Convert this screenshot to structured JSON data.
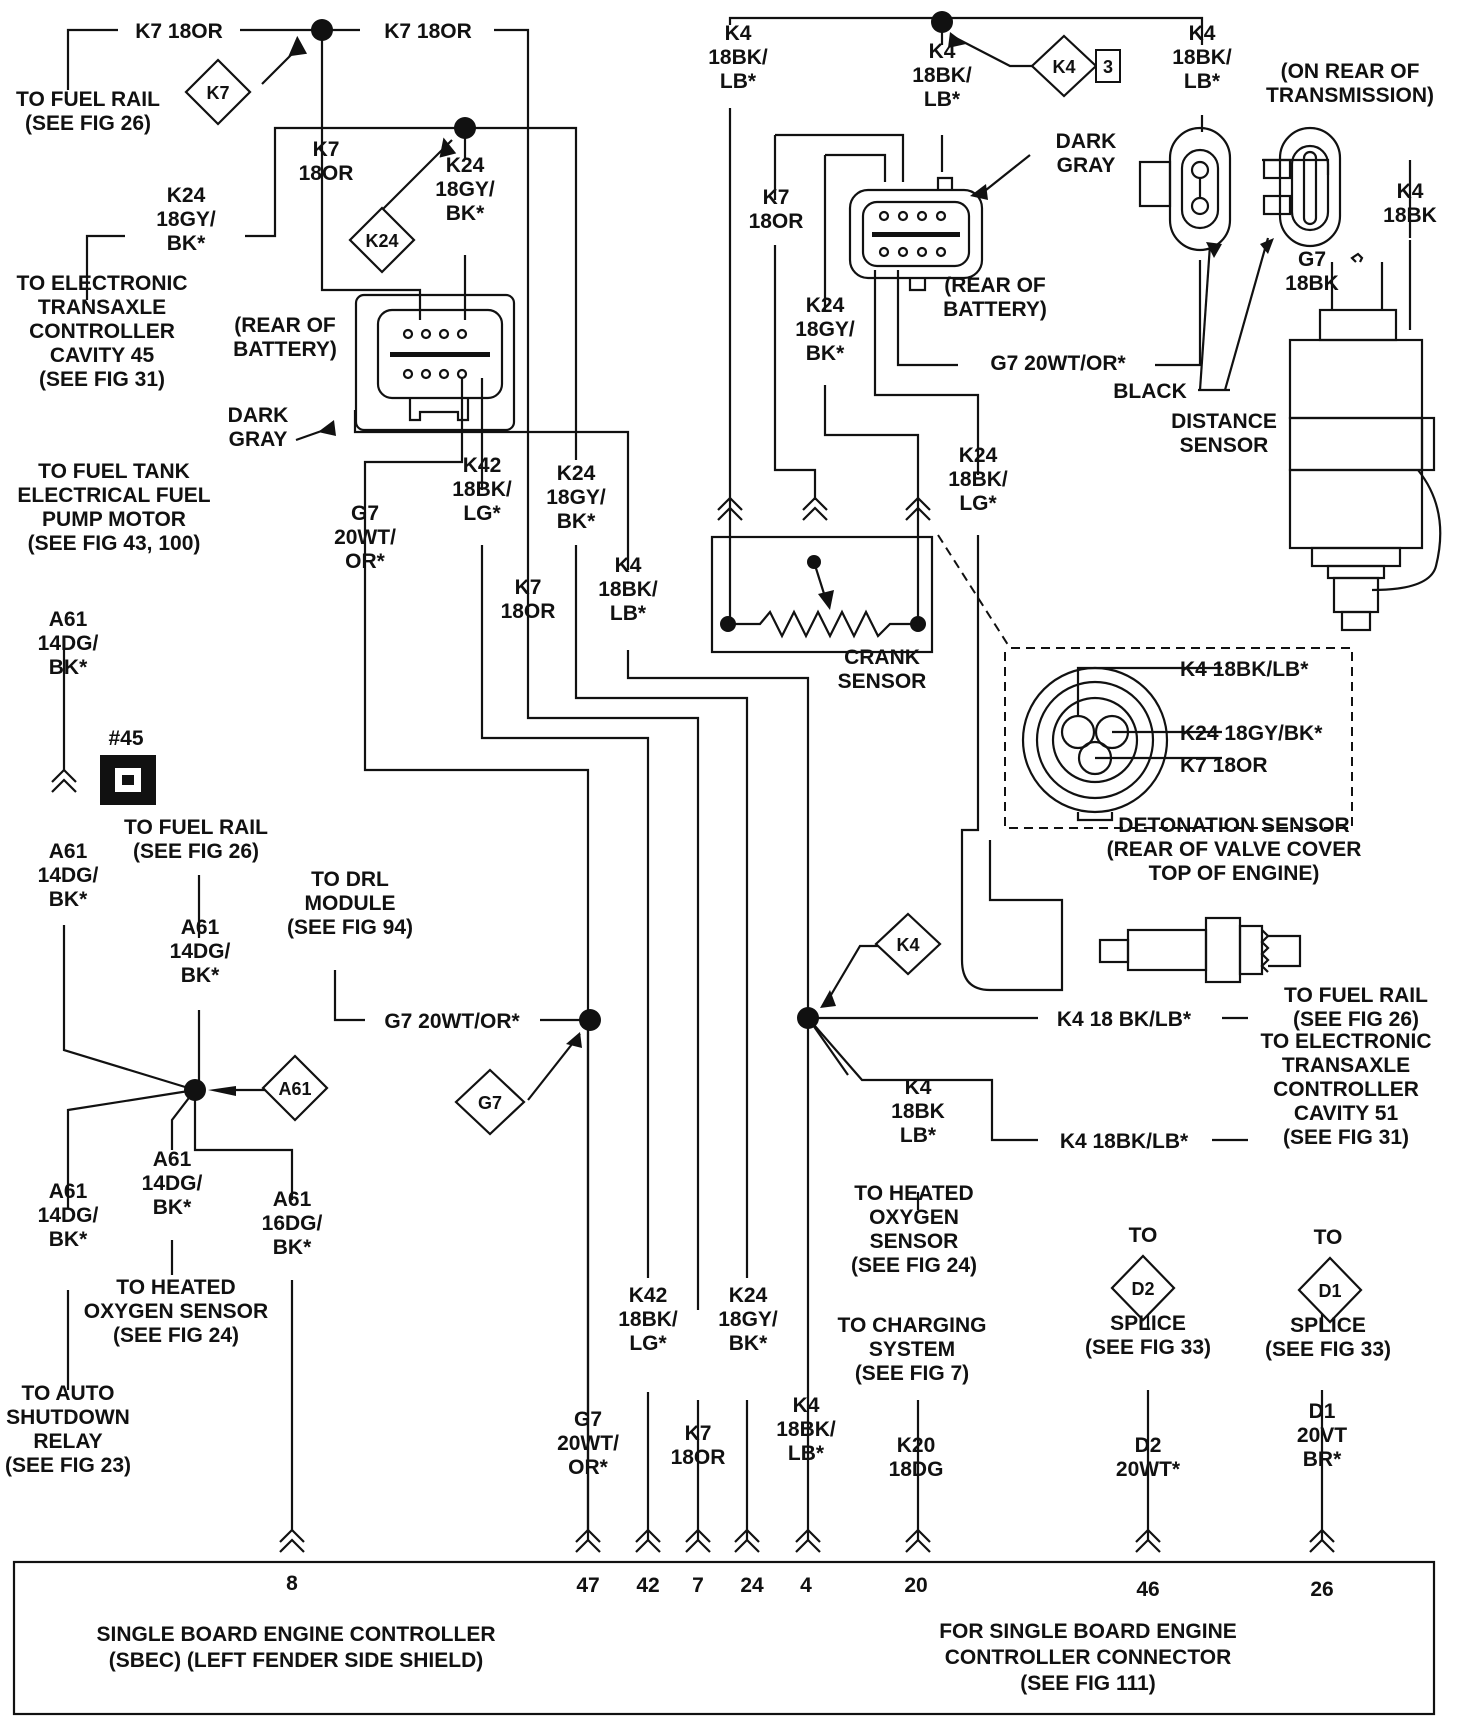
{
  "texts": {
    "t_k7_top_left": "K7 18OR",
    "t_k7_top_right": "K7 18OR",
    "t_fuel_rail1": [
      "TO FUEL RAIL",
      "(SEE FIG 26)"
    ],
    "t_k7_18or_mid": [
      "K7",
      "18OR"
    ],
    "t_k24_upper_r": [
      "K24",
      "18GY/",
      "BK*"
    ],
    "t_k24_upper_l": [
      "K24",
      "18GY/",
      "BK*"
    ],
    "t_etc_cav45": [
      "TO ELECTRONIC",
      "TRANSAXLE",
      "CONTROLLER",
      "CAVITY 45",
      "(SEE FIG 31)"
    ],
    "t_rear_batt_left": [
      "(REAR OF",
      "BATTERY)"
    ],
    "t_dark_gray_left": [
      "DARK",
      "GRAY"
    ],
    "t_fuel_tank": [
      "TO FUEL TANK",
      "ELECTRICAL FUEL",
      "PUMP MOTOR",
      "(SEE FIG 43, 100)"
    ],
    "t_g7_mid": [
      "G7",
      "20WT/",
      "OR*"
    ],
    "t_k42_mid": [
      "K42",
      "18BK/",
      "LG*"
    ],
    "t_k24_mid": [
      "K24",
      "18GY/",
      "BK*"
    ],
    "t_k7_lower": [
      "K7",
      "18OR"
    ],
    "t_k4_mid": [
      "K4",
      "18BK/",
      "LB*"
    ],
    "t_a61_upper": [
      "A61",
      "14DG/",
      "BK*"
    ],
    "t_hash45": "#45",
    "t_a61_lower": [
      "A61",
      "14DG/",
      "BK*"
    ],
    "t_fuel_rail2": [
      "TO FUEL RAIL",
      "(SEE FIG 26)"
    ],
    "t_a61_splice": [
      "A61",
      "14DG/",
      "BK*"
    ],
    "t_drl": [
      "TO DRL",
      "MODULE",
      "(SEE FIG 94)"
    ],
    "t_g7_drl": "G7 20WT/OR*",
    "t_a61_left": [
      "A61",
      "14DG/",
      "BK*"
    ],
    "t_a61_o2": [
      "A61",
      "14DG/",
      "BK*"
    ],
    "t_a61_16": [
      "A61",
      "16DG/",
      "BK*"
    ],
    "t_heated_o2_left": [
      "TO HEATED",
      "OXYGEN SENSOR",
      "(SEE FIG 24)"
    ],
    "t_asd": [
      "TO AUTO",
      "SHUTDOWN",
      "RELAY",
      "(SEE FIG 23)"
    ],
    "t_k4_top_l": [
      "K4",
      "18BK/",
      "LB*"
    ],
    "t_k4_top_m": [
      "K4",
      "18BK/",
      "LB*"
    ],
    "t_k4_top_r": [
      "K4",
      "18BK/",
      "LB*"
    ],
    "t_dark_gray_right": [
      "DARK",
      "GRAY"
    ],
    "t_k7_right": [
      "K7",
      "18OR"
    ],
    "t_rear_batt_right": [
      "(REAR OF",
      "BATTERY)"
    ],
    "t_k24_right": [
      "K24",
      "18GY/",
      "BK*"
    ],
    "t_g7_right": "G7 20WT/OR*",
    "t_k24_lg": [
      "K24",
      "18BK/",
      "LG*"
    ],
    "t_crank": [
      "CRANK",
      "SENSOR"
    ],
    "t_trans": [
      "(ON REAR OF",
      "TRANSMISSION)"
    ],
    "t_k4_18bk": [
      "K4",
      "18BK"
    ],
    "t_g7_18bk": [
      "G7",
      "18BK"
    ],
    "t_black": "BLACK",
    "t_distance": [
      "DISTANCE",
      "SENSOR"
    ],
    "t_det_k4": "K4 18BK/LB*",
    "t_det_k24": "K24 18GY/BK*",
    "t_det_k7": "K7 18OR",
    "t_det_sensor": [
      "DETONATION SENSOR",
      "(REAR OF VALVE COVER",
      "TOP OF ENGINE)"
    ],
    "t_k4_fuel_rail": "K4 18 BK/LB*",
    "t_fuel_rail3": [
      "TO FUEL RAIL",
      "(SEE FIG 26)"
    ],
    "t_k4_etc51": "K4 18BK/LB*",
    "t_etc_cav51": [
      "TO ELECTRONIC",
      "TRANSAXLE",
      "CONTROLLER",
      "CAVITY 51",
      "(SEE FIG 31)"
    ],
    "t_k4_o2": [
      "K4",
      "18BK",
      "LB*"
    ],
    "t_heated_o2_right": [
      "TO HEATED",
      "OXYGEN",
      "SENSOR",
      "(SEE FIG 24)"
    ],
    "t_charging": [
      "TO CHARGING",
      "SYSTEM",
      "(SEE FIG 7)"
    ],
    "t_to_d2": "TO",
    "t_to_d1": "TO",
    "t_splice_d2": [
      "SPLICE",
      "(SEE FIG 33)"
    ],
    "t_splice_d1": [
      "SPLICE",
      "(SEE FIG 33)"
    ],
    "t_pin_g7": [
      "G7",
      "20WT/",
      "OR*"
    ],
    "t_pin_k42": [
      "K42",
      "18BK/",
      "LG*"
    ],
    "t_pin_k7": [
      "K7",
      "18OR"
    ],
    "t_pin_k24": [
      "K24",
      "18GY/",
      "BK*"
    ],
    "t_pin_k4": [
      "K4",
      "18BK/",
      "LB*"
    ],
    "t_pin_k20": [
      "K20",
      "18DG"
    ],
    "t_pin_d2": [
      "D2",
      "20WT*"
    ],
    "t_pin_d1": [
      "D1",
      "20VT",
      "BR*"
    ],
    "t_sbec": [
      "SINGLE BOARD ENGINE CONTROLLER",
      "(SBEC)  (LEFT FENDER SIDE SHIELD)"
    ],
    "t_sbec_conn": [
      "FOR SINGLE BOARD ENGINE",
      "CONTROLLER CONNECTOR",
      "(SEE FIG 111)"
    ]
  },
  "diamonds": {
    "d_k7": "K7",
    "d_k24": "K24",
    "d_k4_top": "K4",
    "d_k4_top_num": "3",
    "d_k4_mid": "K4",
    "d_a61": "A61",
    "d_g7": "G7",
    "d_d2": "D2",
    "d_d1": "D1"
  },
  "pins": {
    "p8": "8",
    "p47": "47",
    "p42": "42",
    "p7": "7",
    "p24": "24",
    "p4": "4",
    "p20": "20",
    "p46": "46",
    "p26": "26"
  }
}
